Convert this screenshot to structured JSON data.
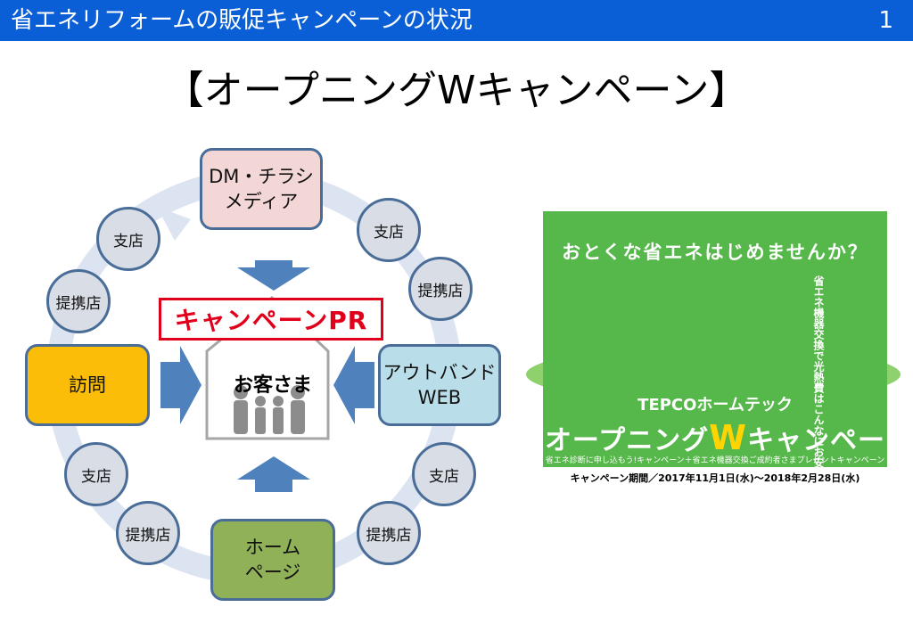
{
  "header": {
    "title": "省エネリフォームの販促キャンペーンの状況",
    "page_number": "1"
  },
  "main_title": "【オープニングWキャンペーン】",
  "diagram": {
    "channels": {
      "dm": "DM・チラシ\nメディア",
      "visit": "訪問",
      "outbound": "アウトバンド\nWEB",
      "homepage": "ホーム\nページ"
    },
    "campaign_pr": "キャンペーンPR",
    "customer": "お客さま",
    "branch": "支店",
    "partner": "提携店"
  },
  "ad": {
    "headline": "おとくな省エネはじめませんか？",
    "vertical_copy": "省エネ機器交換で光熱費はこんなにお安く！",
    "company": "TEPCOホームテック",
    "campaign_pre": "オープニング",
    "campaign_w": "W",
    "campaign_post": "キャンペーン",
    "subtitle": "省エネ診断に申し込もう!キャンペーン＋省エネ機器交換ご成約者さまプレゼントキャンペーン",
    "period": "キャンペーン期間／2017年11月1日(水)〜2018年2月28日(水)"
  },
  "colors": {
    "header_bg": "#0a5fd6",
    "dm_fill": "#f3d7d7",
    "visit_fill": "#fbbd08",
    "outbound_fill": "#b9dde9",
    "homepage_fill": "#90b158",
    "circle_fill": "#d8dde6",
    "pr_red": "#e0001c",
    "arrow_blue": "#4f81bd",
    "ad_green": "#56b84a"
  }
}
